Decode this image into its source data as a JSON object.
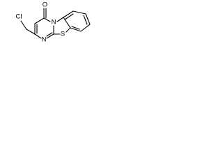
{
  "molecule": {
    "atoms": {
      "carbonyl_oxygen": "O",
      "chlorine": "Cl",
      "ring_nitrogen_bottom": "N",
      "ring_nitrogen_fused": "N",
      "sulfur": "S"
    }
  }
}
